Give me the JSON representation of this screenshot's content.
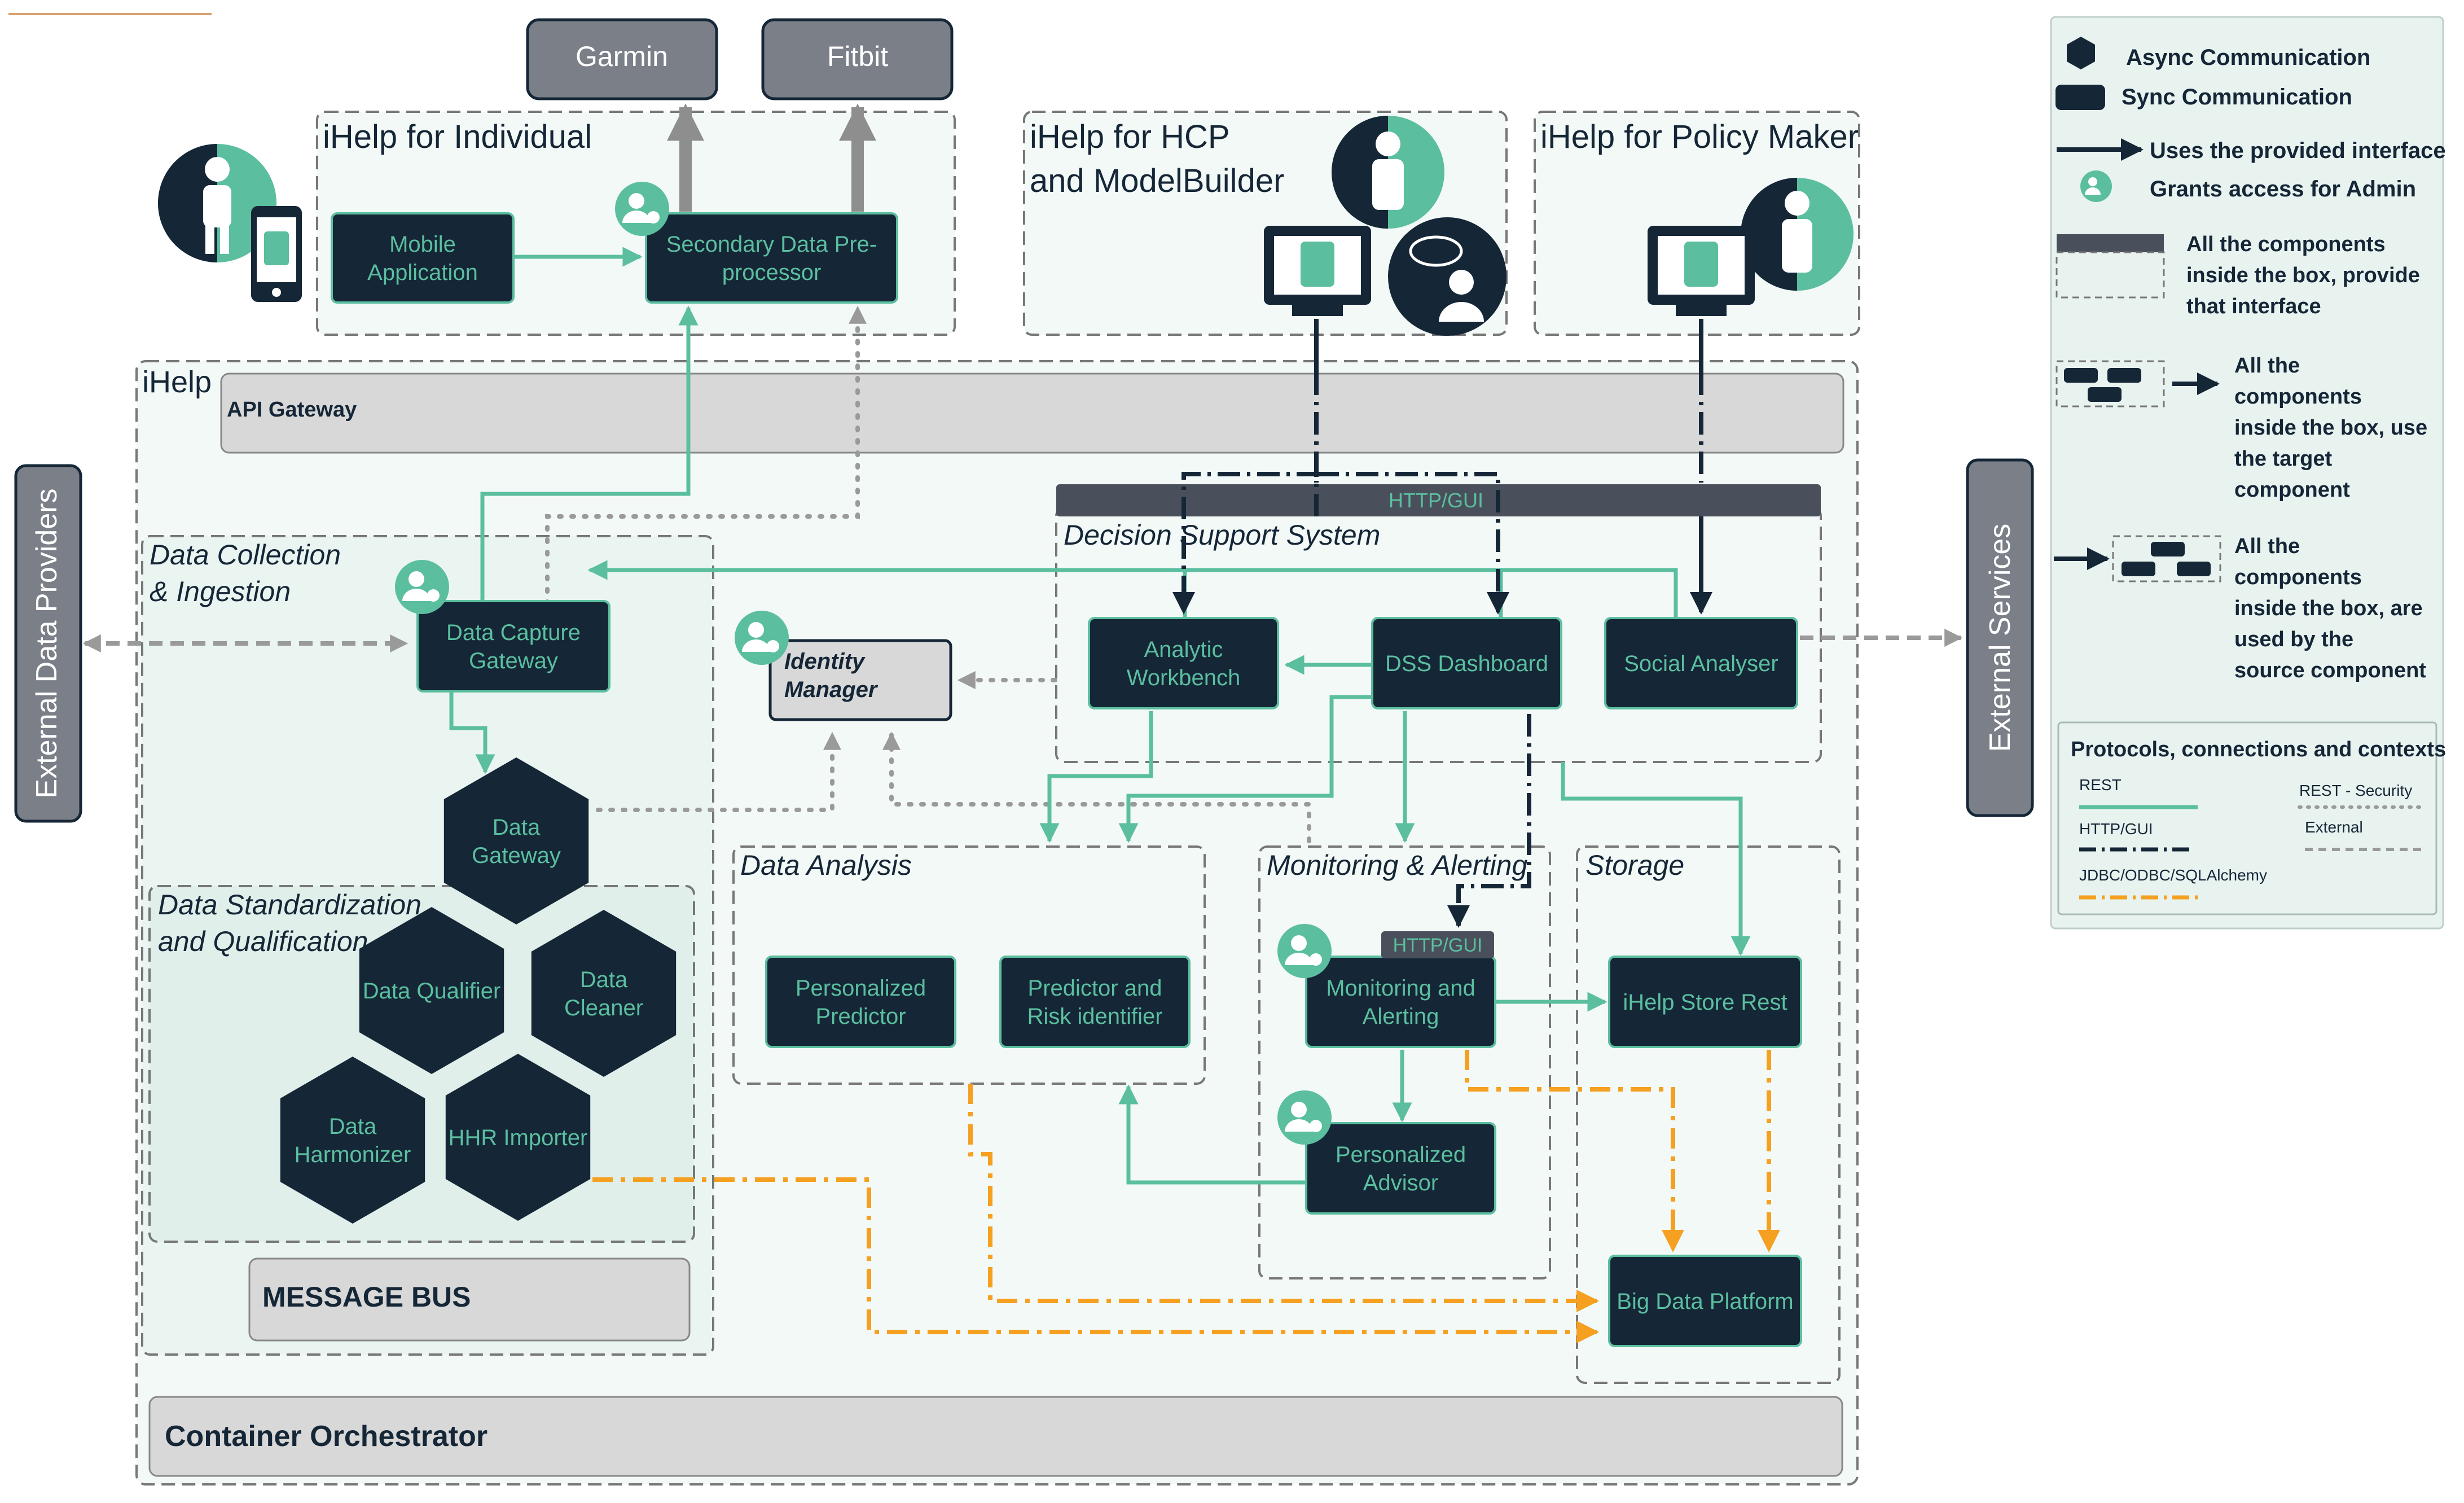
{
  "colors": {
    "dark": "#152637",
    "teal": "#5bbf9f",
    "gray_box": "#7a7f88",
    "light_fill": "#e8f3f0",
    "panel_fill": "#d8d8d8",
    "orange": "#f5a020",
    "dashed_gray": "#9a9a9a"
  },
  "external": {
    "garmin": "Garmin",
    "fitbit": "Fitbit",
    "providers": "External Data Providers",
    "services": "External Services"
  },
  "boxes": {
    "individual": "iHelp for Individual",
    "hcp_line1": "iHelp for HCP",
    "hcp_line2": "and ModelBuilder",
    "policy": "iHelp for Policy Maker",
    "ihelp": "iHelp",
    "api_gateway": "API Gateway",
    "http_gui_bar": "HTTP/GUI",
    "dss": "Decision Support System",
    "data_collection_line1": "Data Collection",
    "data_collection_line2": "& Ingestion",
    "standardization_line1": "Data Standardization",
    "standardization_line2": "and Qualification",
    "data_analysis": "Data Analysis",
    "monitoring": "Monitoring & Alerting",
    "storage": "Storage",
    "message_bus": "MESSAGE BUS",
    "container": "Container Orchestrator"
  },
  "components": {
    "mobile_app": [
      "Mobile",
      "Application"
    ],
    "secondary_pre": [
      "Secondary Data Pre-",
      "processor"
    ],
    "data_capture": [
      "Data Capture",
      "Gateway"
    ],
    "identity_manager": [
      "Identity",
      "Manager"
    ],
    "analytic_workbench": [
      "Analytic",
      "Workbench"
    ],
    "dss_dashboard": [
      "DSS Dashboard"
    ],
    "social_analyser": [
      "Social Analyser"
    ],
    "personalized_predictor": [
      "Personalized",
      "Predictor"
    ],
    "predictor_risk": [
      "Predictor and",
      "Risk identifier"
    ],
    "monitoring_alerting": [
      "Monitoring and",
      "Alerting"
    ],
    "http_gui_small": [
      "HTTP/GUI"
    ],
    "personalized_advisor": [
      "Personalized",
      "Advisor"
    ],
    "ihelp_store": [
      "iHelp Store Rest"
    ],
    "big_data": [
      "Big Data Platform"
    ]
  },
  "hexagons": {
    "data_gateway": [
      "Data",
      "Gateway"
    ],
    "data_qualifier": [
      "Data Qualifier"
    ],
    "data_cleaner": [
      "Data",
      "Cleaner"
    ],
    "data_harmonizer": [
      "Data",
      "Harmonizer"
    ],
    "hhr_importer": [
      "HHR Importer"
    ]
  },
  "legend": {
    "async": "Async Communication",
    "sync": "Sync Communication",
    "uses": "Uses the provided interface",
    "grants": "Grants access for Admin",
    "provide": [
      "All the components",
      "inside the box, provide",
      "that interface"
    ],
    "use_target": [
      "All the",
      "components",
      "inside the box, use",
      "the target",
      "component"
    ],
    "used_by": [
      "All the",
      "components",
      "inside the box, are",
      "used by the",
      "source component"
    ],
    "protocols_title": "Protocols, connections and contexts",
    "rest": "REST",
    "rest_security": "REST - Security",
    "http_gui": "HTTP/GUI",
    "external": "External",
    "jdbc": "JDBC/ODBC/SQLAlchemy"
  }
}
